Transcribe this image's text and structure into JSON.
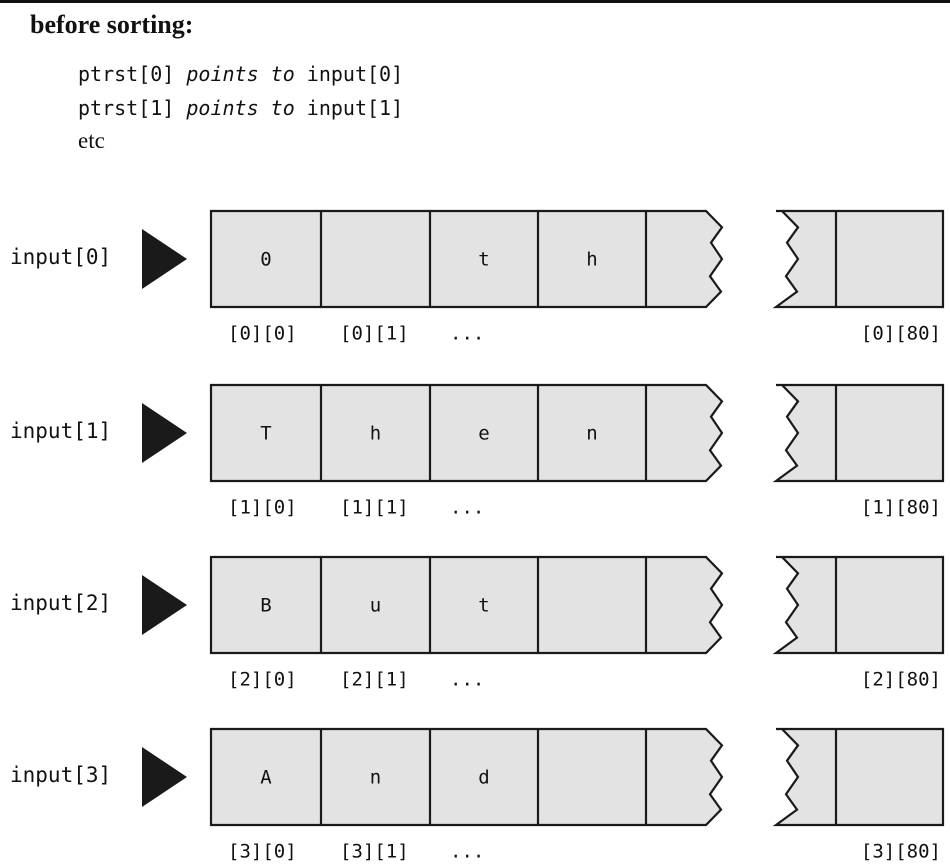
{
  "heading": "before sorting:",
  "notes": [
    {
      "lhs": "ptrst[0]",
      "mid": "points to",
      "rhs": "input[0]"
    },
    {
      "lhs": "ptrst[1]",
      "mid": "points to",
      "rhs": "input[1]"
    }
  ],
  "etc": "etc",
  "rows": [
    {
      "label": "input[0]",
      "cells": [
        "0",
        "",
        "t",
        "h"
      ],
      "idx": [
        "[0][0]",
        "[0][1]",
        "...",
        "[0][80]"
      ]
    },
    {
      "label": "input[1]",
      "cells": [
        "T",
        "h",
        "e",
        "n"
      ],
      "idx": [
        "[1][0]",
        "[1][1]",
        "...",
        "[1][80]"
      ]
    },
    {
      "label": "input[2]",
      "cells": [
        "B",
        "u",
        "t",
        ""
      ],
      "idx": [
        "[2][0]",
        "[2][1]",
        "...",
        "[2][80]"
      ]
    },
    {
      "label": "input[3]",
      "cells": [
        "A",
        "n",
        "d",
        ""
      ],
      "idx": [
        "[3][0]",
        "[3][1]",
        "...",
        "[3][80]"
      ]
    }
  ],
  "colors": {
    "cell_fill": "#e3e3e3",
    "stroke": "#1a1a1a",
    "arrow": "#1a1a1a"
  }
}
